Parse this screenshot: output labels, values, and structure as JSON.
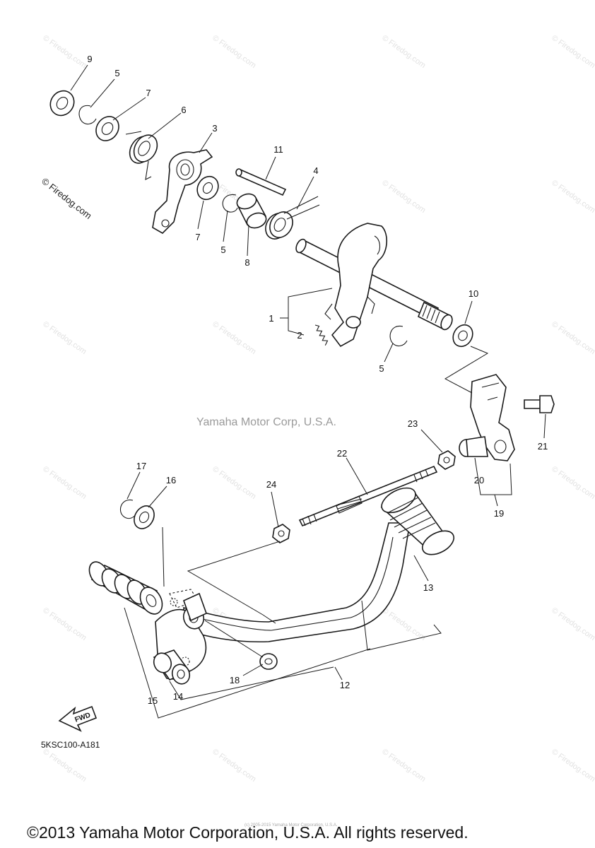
{
  "watermark": {
    "text": "Firedog.com",
    "side_text": "© Firedog.com"
  },
  "brand_center": "Yamaha Motor Corp, U.S.A.",
  "diagram_code": "5KSC100-A181",
  "fwd_label": "FWD",
  "small_copyright": "(c) 2005-2015 Yamaha Motor Corporation, U.S.A.",
  "footer_copyright": "©2013 Yamaha Motor Corporation, U.S.A. All rights reserved.",
  "callouts": {
    "c9": "9",
    "c5a": "5",
    "c7a": "7",
    "c6": "6",
    "c3": "3",
    "c7b": "7",
    "c5b": "5",
    "c8": "8",
    "c11": "11",
    "c4": "4",
    "c1": "1",
    "c2": "2",
    "c5c": "5",
    "c10": "10",
    "c21": "21",
    "c23": "23",
    "c22": "22",
    "c20": "20",
    "c19": "19",
    "c17": "17",
    "c16": "16",
    "c24": "24",
    "c13": "13",
    "c18": "18",
    "c12": "12",
    "c15": "15",
    "c14": "14"
  }
}
